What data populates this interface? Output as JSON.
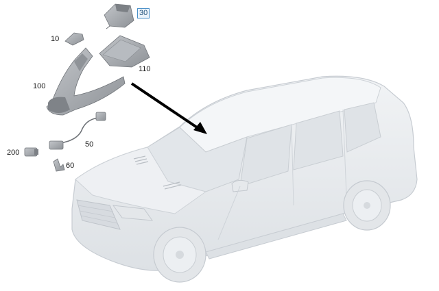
{
  "callouts": {
    "c30": "30",
    "c10": "10",
    "c110": "110",
    "c100": "100",
    "c50": "50",
    "c200": "200",
    "c60": "60"
  },
  "colors": {
    "car_fill": "#e9ecef",
    "car_stroke": "#c7ccd2",
    "part_fill": "#a9adb2",
    "part_dark": "#6f7378",
    "arrow": "#000000",
    "highlight_border": "#4a90c8"
  }
}
